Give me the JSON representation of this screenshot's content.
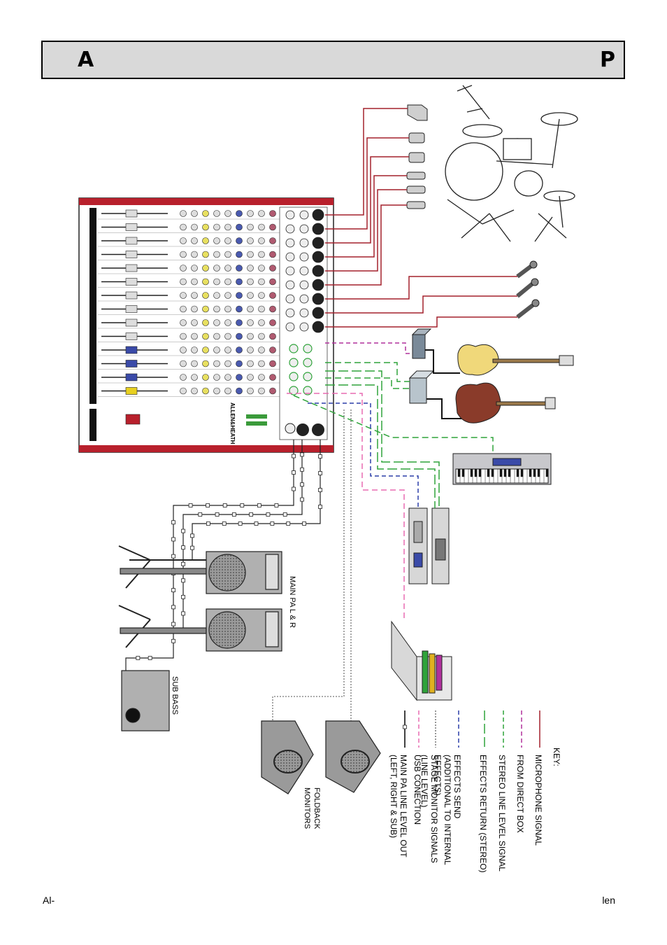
{
  "header": {
    "left_text": "A",
    "right_text": "P"
  },
  "footer": {
    "left_text": "Al-",
    "right_text": "len"
  },
  "mixer": {
    "brand": "ALLEN&HEATH"
  },
  "labels": {
    "main_pa": "MAIN PA L & R",
    "sub_bass": "SUB BASS",
    "foldback_line1": "FOLDBACK",
    "foldback_line2": "MONITORS"
  },
  "key": {
    "title": "KEY:",
    "items": [
      {
        "label": "MICROPHONE SIGNAL",
        "color": "#a3202c",
        "style": "solid"
      },
      {
        "label": "FROM DIRECT BOX",
        "color": "#b0309c",
        "style": "dashed"
      },
      {
        "label": "STEREO LINE LEVEL SIGNAL",
        "color": "#2fa33a",
        "style": "dashed"
      },
      {
        "label": "EFFECTS RETURN (STEREO)",
        "color": "#2fa33a",
        "style": "longdash"
      },
      {
        "label": "EFFECTS SEND",
        "label2": "(ADDITIONAL TO INTERNAL",
        "label3": "EFFECTS)",
        "color": "#2b3ea8",
        "style": "dashed"
      },
      {
        "label": "STAGE MONITOR SIGNALS",
        "label2": "(LINE LEVEL)",
        "color": "#777777",
        "style": "dotted"
      },
      {
        "label": "USB CONECTION",
        "color": "#e86bb2",
        "style": "dashed"
      },
      {
        "label": "MAIN PA LINE LEVEL OUT",
        "label2": "(LEFT, RIGHT & SUB)",
        "color": "#000000",
        "style": "boxed"
      }
    ]
  }
}
